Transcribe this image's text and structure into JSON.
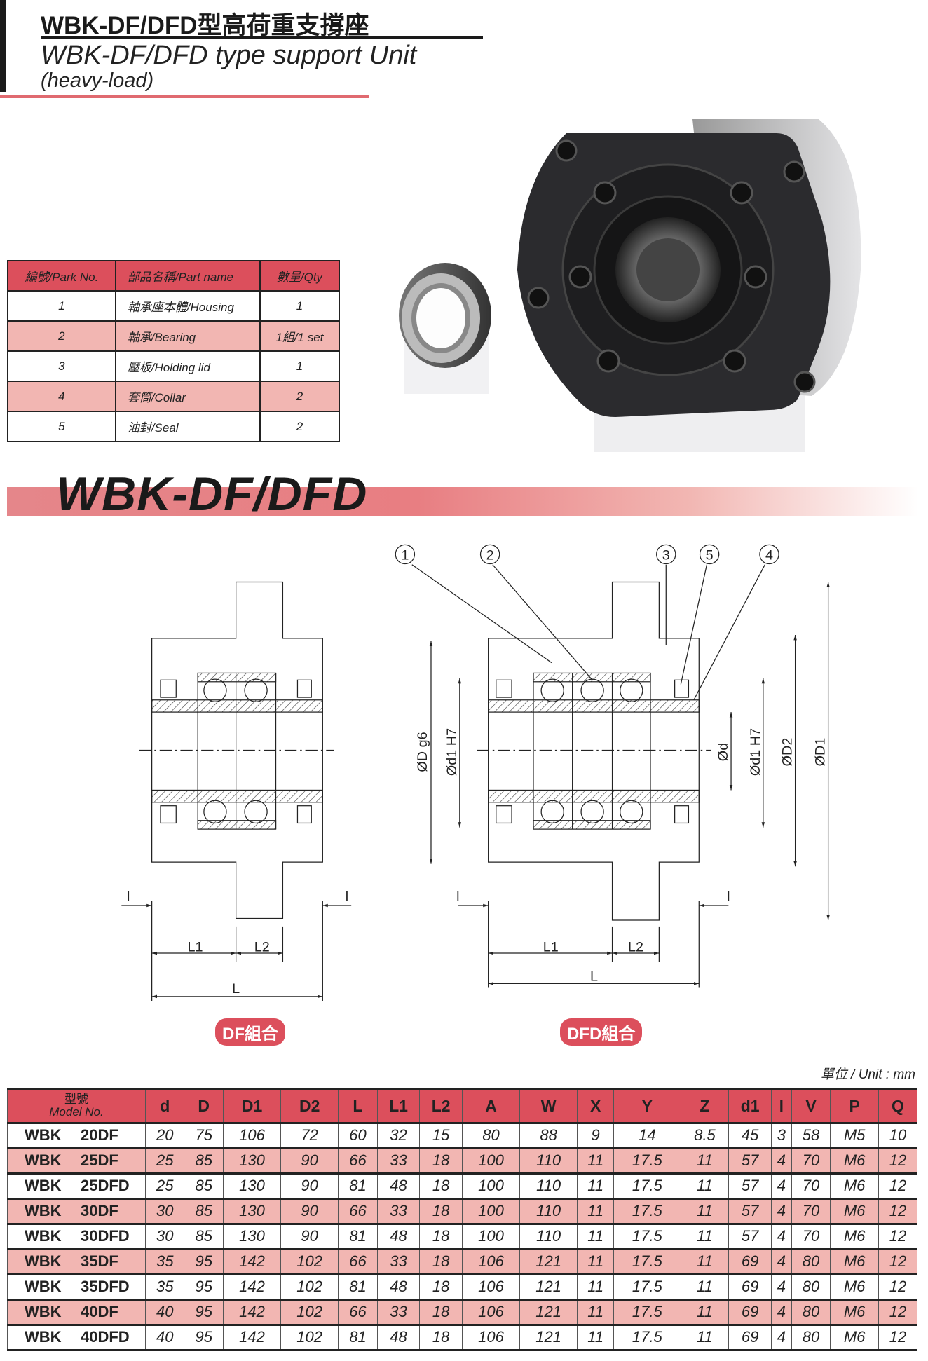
{
  "header": {
    "title": "WBK-DF/DFD型高荷重支撐座",
    "subtitle": "WBK-DF/DFD type support Unit",
    "subtitle2": "(heavy-load)"
  },
  "parts_table": {
    "headers": [
      "編號/Park No.",
      "部品名稱/Part name",
      "數量/Qty"
    ],
    "rows": [
      [
        "1",
        "軸承座本體/Housing",
        "1"
      ],
      [
        "2",
        "軸承/Bearing",
        "1組/1 set"
      ],
      [
        "3",
        "壓板/Holding lid",
        "1"
      ],
      [
        "4",
        "套筒/Collar",
        "2"
      ],
      [
        "5",
        "油封/Seal",
        "2"
      ]
    ]
  },
  "banner": "WBK-DF/DFD",
  "drawing": {
    "callouts": [
      "1",
      "2",
      "3",
      "5",
      "4"
    ],
    "dims": {
      "L1": "L1",
      "L2": "L2",
      "L": "L",
      "l": "l",
      "D": "ØD g6",
      "d1": "Ød1 H7",
      "d": "Ød",
      "d1b": "Ød1 H7",
      "D2": "ØD2",
      "D1": "ØD1"
    },
    "df_label": "DF組合",
    "dfd_label": "DFD組合"
  },
  "unit": "單位 / Unit : mm",
  "spec_table": {
    "model_header": [
      "型號",
      "Model No."
    ],
    "columns": [
      "d",
      "D",
      "D1",
      "D2",
      "L",
      "L1",
      "L2",
      "A",
      "W",
      "X",
      "Y",
      "Z",
      "d1",
      "l",
      "V",
      "P",
      "Q"
    ],
    "rows": [
      {
        "prefix": "WBK",
        "model": "20DF",
        "values": [
          "20",
          "75",
          "106",
          "72",
          "60",
          "32",
          "15",
          "80",
          "88",
          "9",
          "14",
          "8.5",
          "45",
          "3",
          "58",
          "M5",
          "10"
        ]
      },
      {
        "prefix": "WBK",
        "model": "25DF",
        "values": [
          "25",
          "85",
          "130",
          "90",
          "66",
          "33",
          "18",
          "100",
          "110",
          "11",
          "17.5",
          "11",
          "57",
          "4",
          "70",
          "M6",
          "12"
        ]
      },
      {
        "prefix": "WBK",
        "model": "25DFD",
        "values": [
          "25",
          "85",
          "130",
          "90",
          "81",
          "48",
          "18",
          "100",
          "110",
          "11",
          "17.5",
          "11",
          "57",
          "4",
          "70",
          "M6",
          "12"
        ]
      },
      {
        "prefix": "WBK",
        "model": "30DF",
        "values": [
          "30",
          "85",
          "130",
          "90",
          "66",
          "33",
          "18",
          "100",
          "110",
          "11",
          "17.5",
          "11",
          "57",
          "4",
          "70",
          "M6",
          "12"
        ]
      },
      {
        "prefix": "WBK",
        "model": "30DFD",
        "values": [
          "30",
          "85",
          "130",
          "90",
          "81",
          "48",
          "18",
          "100",
          "110",
          "11",
          "17.5",
          "11",
          "57",
          "4",
          "70",
          "M6",
          "12"
        ]
      },
      {
        "prefix": "WBK",
        "model": "35DF",
        "values": [
          "35",
          "95",
          "142",
          "102",
          "66",
          "33",
          "18",
          "106",
          "121",
          "11",
          "17.5",
          "11",
          "69",
          "4",
          "80",
          "M6",
          "12"
        ]
      },
      {
        "prefix": "WBK",
        "model": "35DFD",
        "values": [
          "35",
          "95",
          "142",
          "102",
          "81",
          "48",
          "18",
          "106",
          "121",
          "11",
          "17.5",
          "11",
          "69",
          "4",
          "80",
          "M6",
          "12"
        ]
      },
      {
        "prefix": "WBK",
        "model": "40DF",
        "values": [
          "40",
          "95",
          "142",
          "102",
          "66",
          "33",
          "18",
          "106",
          "121",
          "11",
          "17.5",
          "11",
          "69",
          "4",
          "80",
          "M6",
          "12"
        ]
      },
      {
        "prefix": "WBK",
        "model": "40DFD",
        "values": [
          "40",
          "95",
          "142",
          "102",
          "81",
          "48",
          "18",
          "106",
          "121",
          "11",
          "17.5",
          "11",
          "69",
          "4",
          "80",
          "M6",
          "12"
        ]
      }
    ]
  },
  "colors": {
    "accent": "#dc4f5c",
    "row_alt": "#f2b6b2",
    "line": "#e06a70"
  }
}
